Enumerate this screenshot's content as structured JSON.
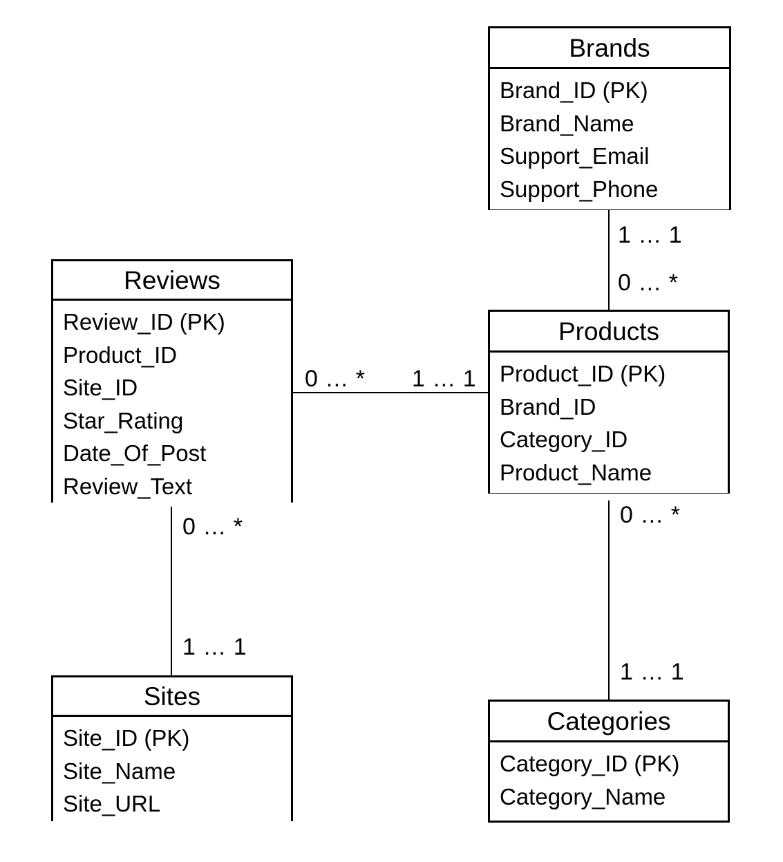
{
  "diagram": {
    "type": "entity-relationship-diagram",
    "notation": "crow-free min...max cardinality",
    "entities": [
      {
        "id": "brands",
        "title": "Brands",
        "attributes": [
          "Brand_ID (PK)",
          "Brand_Name",
          "Support_Email",
          "Support_Phone"
        ]
      },
      {
        "id": "reviews",
        "title": "Reviews",
        "attributes": [
          "Review_ID (PK)",
          "Product_ID",
          "Site_ID",
          "Star_Rating",
          "Date_Of_Post",
          "Review_Text"
        ]
      },
      {
        "id": "products",
        "title": "Products",
        "attributes": [
          "Product_ID (PK)",
          "Brand_ID",
          "Category_ID",
          "Product_Name"
        ]
      },
      {
        "id": "sites",
        "title": "Sites",
        "attributes": [
          "Site_ID (PK)",
          "Site_Name",
          "Site_URL"
        ]
      },
      {
        "id": "categories",
        "title": "Categories",
        "attributes": [
          "Category_ID (PK)",
          "Category_Name"
        ]
      }
    ],
    "relationships": [
      {
        "id": "brands-products",
        "from": "brands",
        "to": "products",
        "from_cardinality": "1 … 1",
        "to_cardinality": "0 … *"
      },
      {
        "id": "reviews-products",
        "from": "reviews",
        "to": "products",
        "from_cardinality": "0 … *",
        "to_cardinality": "1 … 1"
      },
      {
        "id": "reviews-sites",
        "from": "reviews",
        "to": "sites",
        "from_cardinality": "0 … *",
        "to_cardinality": "1 … 1"
      },
      {
        "id": "products-categories",
        "from": "products",
        "to": "categories",
        "from_cardinality": "0 … *",
        "to_cardinality": "1 … 1"
      }
    ],
    "colors": {
      "stroke": "#000000",
      "fill": "#ffffff",
      "text": "#000000"
    }
  }
}
